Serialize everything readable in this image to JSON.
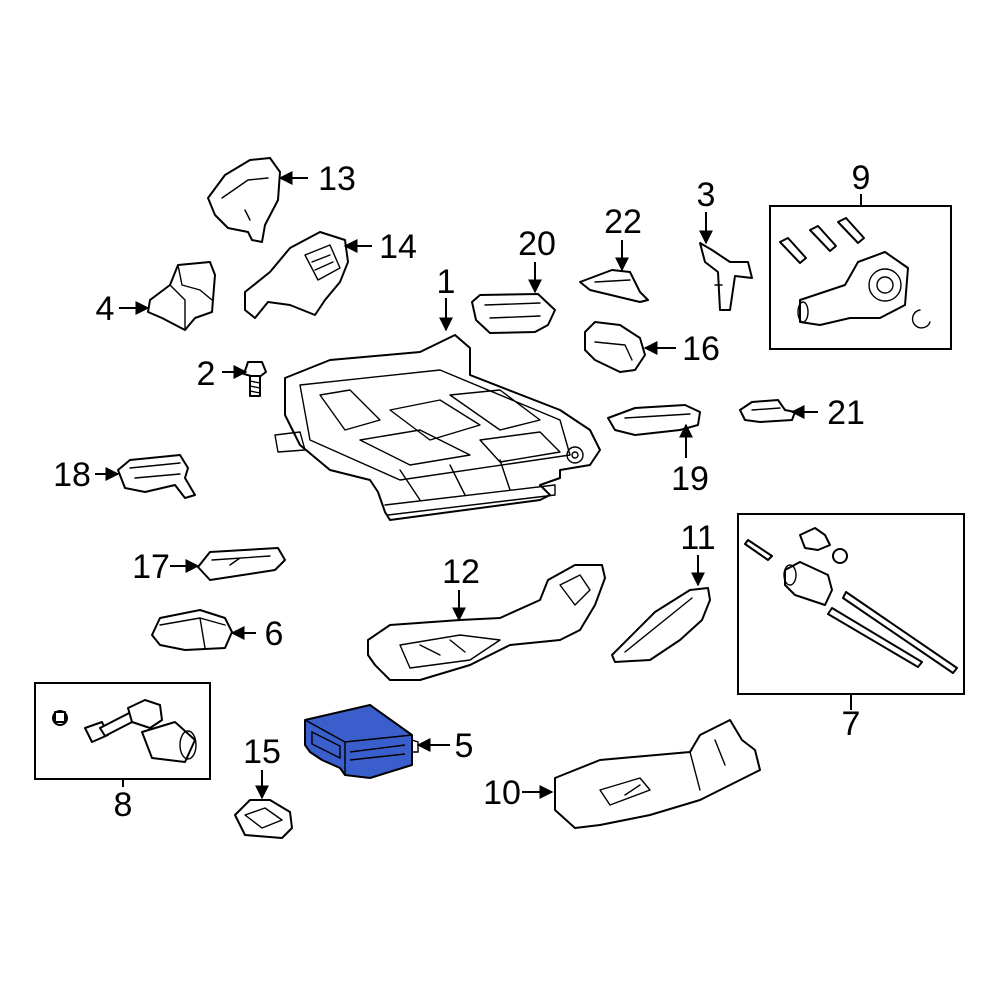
{
  "highlight_color": "#3a5fcd",
  "callouts": [
    "1",
    "2",
    "3",
    "4",
    "5",
    "6",
    "7",
    "8",
    "9",
    "10",
    "11",
    "12",
    "13",
    "14",
    "15",
    "16",
    "17",
    "18",
    "19",
    "20",
    "21",
    "22"
  ]
}
